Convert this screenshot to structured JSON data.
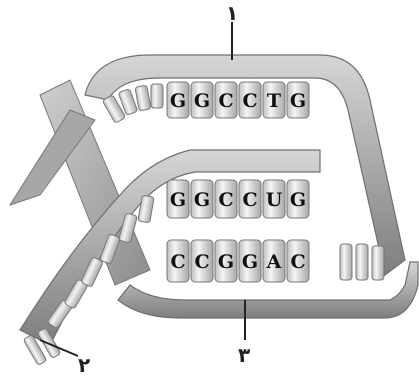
{
  "diagram": {
    "strand_top_dna": {
      "letters": [
        "G",
        "G",
        "C",
        "C",
        "T",
        "G"
      ]
    },
    "strand_rna": {
      "letters": [
        "G",
        "G",
        "C",
        "C",
        "U",
        "G"
      ]
    },
    "strand_bottom_dna": {
      "letters": [
        "C",
        "C",
        "G",
        "G",
        "A",
        "C"
      ]
    },
    "labels": {
      "label_1": "١",
      "label_2": "٢",
      "label_3": "٣"
    },
    "colors": {
      "backbone": "#b9b9b9",
      "backbone_dark": "#8a8a8a",
      "base_fill": "#e9e9e9",
      "base_stroke": "#7a7a7a"
    }
  }
}
